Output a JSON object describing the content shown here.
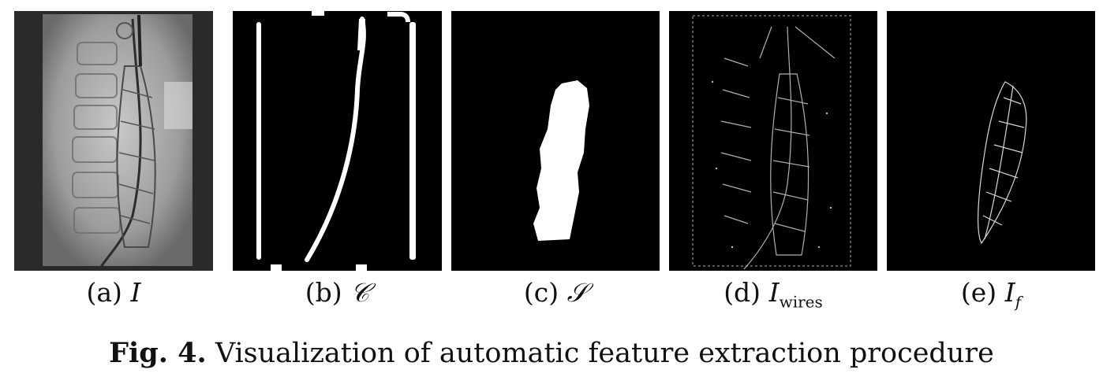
{
  "panels": [
    {
      "label": "(a)",
      "symbol": "I",
      "subscript": ""
    },
    {
      "label": "(b)",
      "symbol": "𝒞",
      "subscript": ""
    },
    {
      "label": "(c)",
      "symbol": "𝒮",
      "subscript": ""
    },
    {
      "label": "(d)",
      "symbol": "I",
      "subscript": "wires"
    },
    {
      "label": "(e)",
      "symbol": "I",
      "subscript": "f"
    }
  ],
  "caption": {
    "prefix": "Fig. 4.",
    "text": "Visualization of automatic feature extraction procedure"
  }
}
